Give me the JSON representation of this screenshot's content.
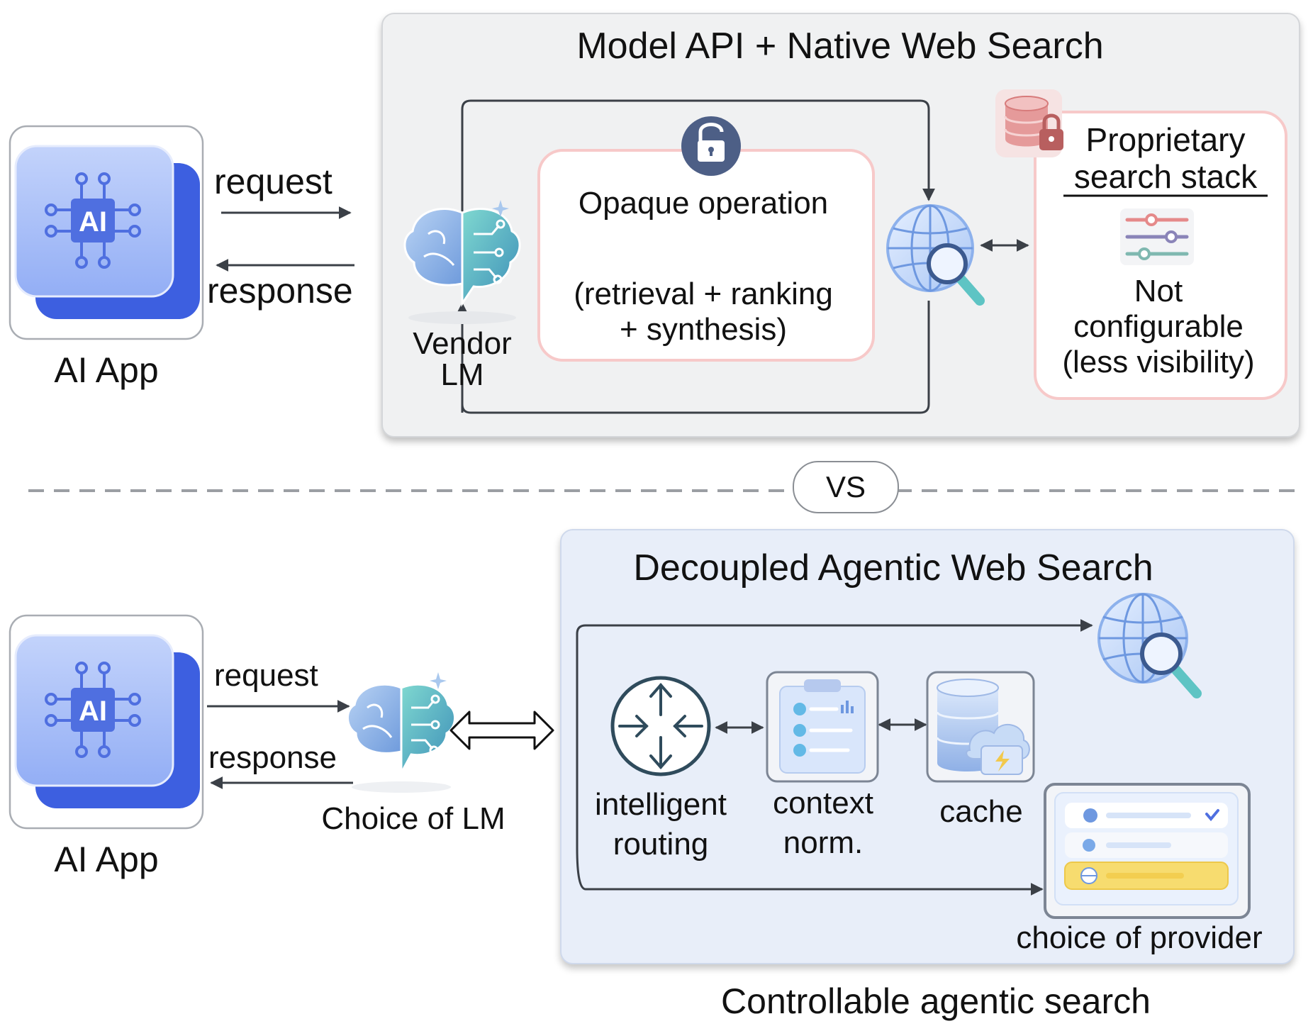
{
  "top": {
    "title": "Model API + Native Web Search",
    "app_label": "AI App",
    "app_icon_text": "AI",
    "request_label": "request",
    "response_label": "response",
    "lm_label_line1": "Vendor",
    "lm_label_line2": "LM",
    "opaque_title": "Opaque operation",
    "opaque_detail_line1": "(retrieval + ranking",
    "opaque_detail_line2": "+ synthesis)",
    "stack_title_line1": "Proprietary",
    "stack_title_line2": "search stack",
    "stack_note_line1": "Not",
    "stack_note_line2": "configurable",
    "stack_note_line3": "(less visibility)"
  },
  "divider": {
    "label": "VS"
  },
  "bottom": {
    "title": "Decoupled Agentic Web Search",
    "app_label": "AI App",
    "app_icon_text": "AI",
    "request_label": "request",
    "response_label": "response",
    "lm_label": "Choice of LM",
    "routing_line1": "intelligent",
    "routing_line2": "routing",
    "context_line1": "context",
    "context_line2": "norm.",
    "cache_label": "cache",
    "provider_label": "choice of provider",
    "caption": "Controllable agentic search"
  },
  "colors": {
    "top_panel_bg": "#f0f1f2",
    "bottom_panel_bg": "#e8eef9",
    "accent_blue": "#4f6fe0",
    "pink_border": "#f7c9c9",
    "database_red": "#e07a7a",
    "highlight_yellow": "#f7dc6f"
  }
}
